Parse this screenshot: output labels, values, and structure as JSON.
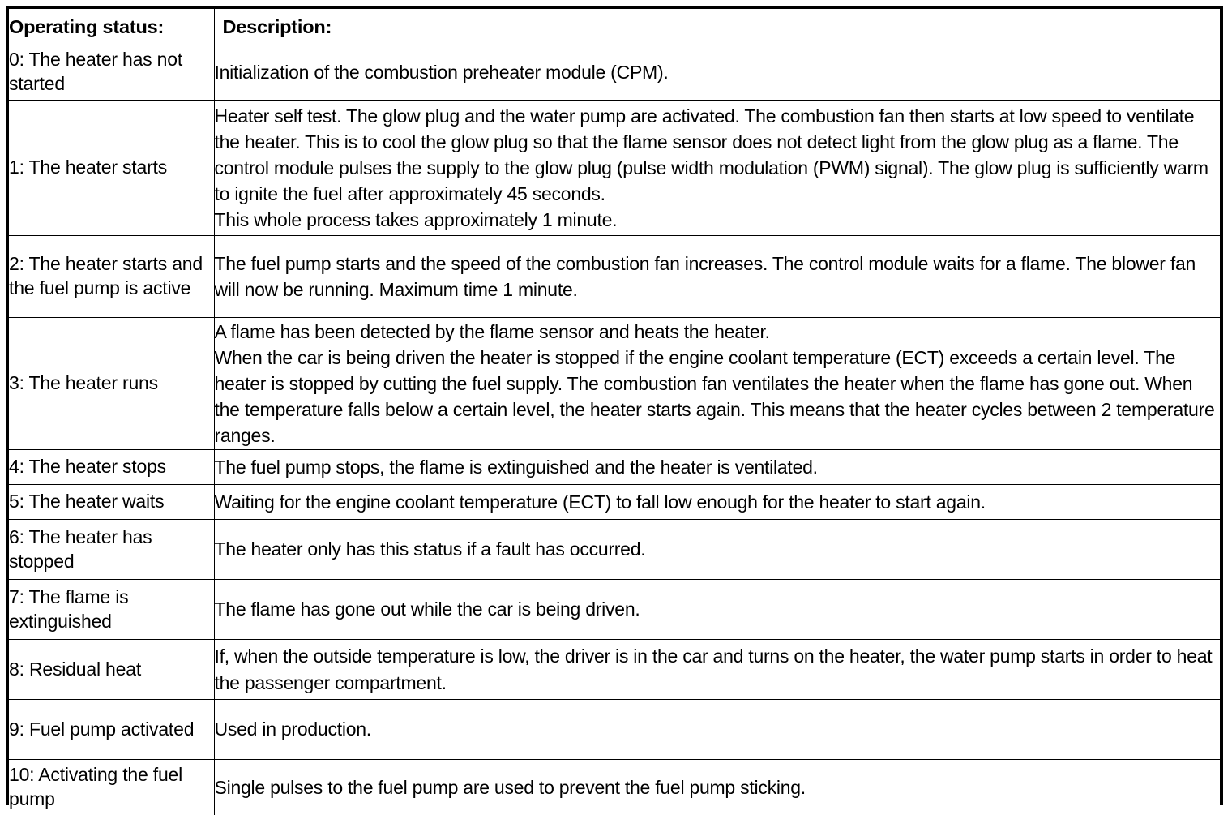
{
  "table": {
    "columns": [
      {
        "key": "status",
        "label": "Operating status:"
      },
      {
        "key": "description",
        "label": "Description:"
      }
    ],
    "rows": [
      {
        "status": "0: The heater has not started",
        "description_lines": [
          "Initialization of the combustion preheater module (CPM)."
        ]
      },
      {
        "status": "1: The heater starts",
        "description_lines": [
          "Heater self test. The glow plug and the water pump are activated. The combustion fan then starts at low speed to ventilate the heater. This is to cool the glow plug so that the flame sensor does not detect light from the glow plug as a flame. The control module pulses the supply to the glow plug (pulse width modulation (PWM) signal). The glow plug is sufficiently warm to ignite the fuel after approximately 45 seconds.",
          "This whole process takes approximately 1 minute."
        ]
      },
      {
        "status": "2: The heater starts and the fuel pump is active",
        "description_lines": [
          "The fuel pump starts and the speed of the combustion fan increases. The control module waits for a flame. The blower fan will now be running. Maximum time 1 minute."
        ]
      },
      {
        "status": "3: The heater runs",
        "description_lines": [
          "A flame has been detected by the flame sensor and heats the heater.",
          "When the car is being driven the heater is stopped if the engine coolant temperature (ECT) exceeds a certain level. The heater is stopped by cutting the fuel supply. The combustion fan ventilates the heater when the flame has gone out. When the temperature falls below a certain level, the heater starts again. This means that the heater cycles between 2 temperature ranges."
        ]
      },
      {
        "status": "4: The heater stops",
        "description_lines": [
          "The fuel pump stops, the flame is extinguished and the heater is ventilated."
        ]
      },
      {
        "status": "5: The heater waits",
        "description_lines": [
          "Waiting for the engine coolant temperature (ECT) to fall low enough for the heater to start again."
        ]
      },
      {
        "status": "6: The heater has stopped",
        "description_lines": [
          "The heater only has this status if a fault has occurred."
        ]
      },
      {
        "status": "7: The flame is extinguished",
        "description_lines": [
          "The flame has gone out while the car is being driven."
        ]
      },
      {
        "status": "8: Residual heat",
        "description_lines": [
          "If, when the outside temperature is low, the driver is in the car and turns on the heater, the water pump starts in order to heat the passenger compartment."
        ]
      },
      {
        "status": "9: Fuel pump activated",
        "description_lines": [
          "Used in production."
        ]
      },
      {
        "status": "10: Activating the fuel pump",
        "description_lines": [
          "Single pulses to the fuel pump are used to prevent the fuel pump sticking."
        ]
      }
    ]
  },
  "colors": {
    "border": "#000000",
    "text": "#000000",
    "background": "#ffffff"
  }
}
